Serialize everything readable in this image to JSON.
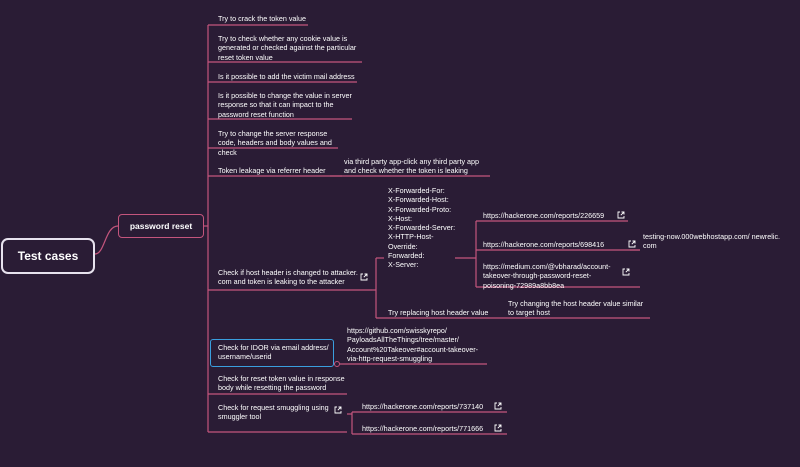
{
  "root": {
    "label": "Test cases"
  },
  "branch": {
    "label": "password reset"
  },
  "topics": [
    {
      "text": "Try to crack the token value"
    },
    {
      "text": "Try to check whether any cookie value is generated or checked against the particular reset token value"
    },
    {
      "text": "Is it possible to add the victim mail address"
    },
    {
      "text": "Is it possible to change the value in server response so that it can impact to the password reset function"
    },
    {
      "text": "Try to change the server response code, headers and body values and check"
    },
    {
      "text": "Token leakage via referrer header",
      "child": "via third party app-click any third party app and check whether the token is leaking"
    },
    {
      "text": "Check if host header is changed to attacker. com and token is leaking to the attacker"
    },
    {
      "text": "Check for IDOR via email address/ username/userid",
      "child": "https://github.com/swisskyrepo/ PayloadsAllTheThings/tree/master/ Account%20Takeover#account-takeover-via-http-request-smuggling"
    },
    {
      "text": "Check for reset token value in response body while resetting the password"
    },
    {
      "text": "Check for request smuggling using smuggler tool"
    }
  ],
  "host_header": {
    "headers": [
      "X-Forwarded-For:",
      "X-Forwarded-Host:",
      "X-Forwarded-Proto:",
      "X-Host:",
      "X-Forwarded-Server:",
      "X-HTTP-Host-Override:",
      "Forwarded:",
      "X-Server:"
    ],
    "reports": [
      "https://hackerone.com/reports/226659",
      "https://hackerone.com/reports/698416",
      "https://medium.com/@vbharad/account-takeover-through-password-reset-poisoning-72989a8bb8ea"
    ],
    "report_note": "testing-now.000webhostapp.com/ newrelic. com",
    "replace": {
      "label": "Try replacing host header value",
      "child": "Try changing the host header value similar to target host"
    }
  },
  "smuggling_reports": [
    "https://hackerone.com/reports/737140",
    "https://hackerone.com/reports/771666"
  ],
  "colors": {
    "background": "#2a1c35",
    "connector": "#c4557d",
    "selection": "#3a9fdf"
  }
}
